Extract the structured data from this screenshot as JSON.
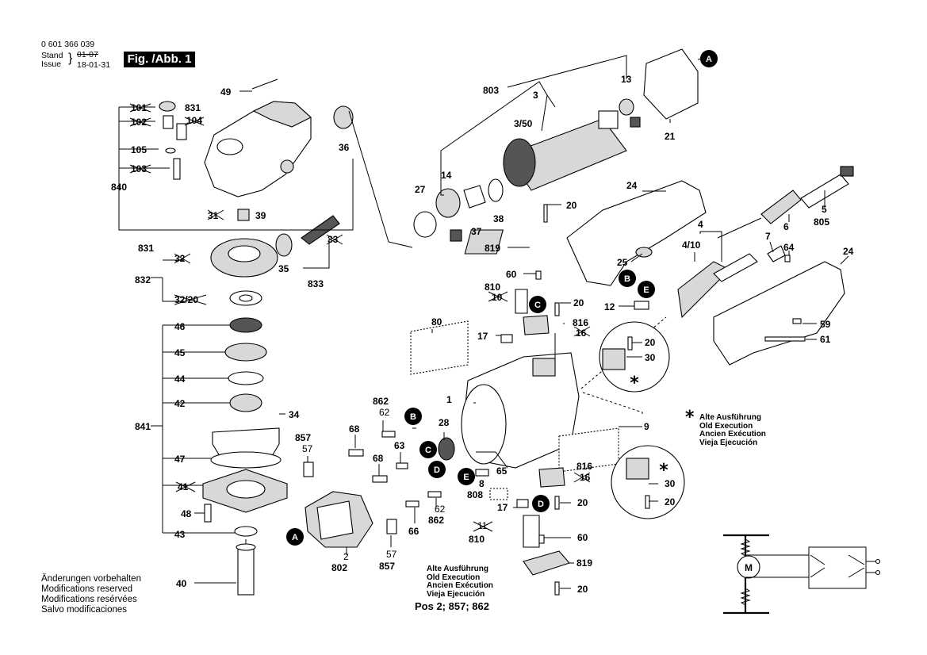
{
  "header": {
    "part_number": "0 601 366 039",
    "stand_label": "Stand",
    "issue_label": "Issue",
    "stand_date_old": "01-07",
    "issue_date": "18-01-31",
    "figure_label": "Fig. /Abb. 1"
  },
  "notes": {
    "de": "Änderungen vorbehalten",
    "en": "Modifications reserved",
    "fr": "Modifications resérvées",
    "es": "Salvo modificaciones"
  },
  "old_execution": {
    "de": "Alte Ausführung",
    "en": "Old Execution",
    "fr": "Ancien Exécution",
    "es": "Vieja Ejecución",
    "positions": "Pos 2; 857; 862"
  },
  "star_note": {
    "symbol": "*",
    "de": "Alte Ausführung",
    "en": "Old Execution",
    "fr": "Ancien Exécution",
    "es": "Vieja Ejecución"
  },
  "callouts": [
    "A",
    "B",
    "C",
    "D",
    "E"
  ],
  "labels": {
    "p49": "49",
    "p101": "101",
    "p102": "102",
    "p105": "105",
    "p103": "103",
    "p831a": "831",
    "p104": "104",
    "p840": "840",
    "p31": "31",
    "p39": "39",
    "p36": "36",
    "p831b": "831",
    "p33": "33",
    "p35": "35",
    "p833": "833",
    "p32": "32",
    "p832": "832",
    "p32_20": "32/20",
    "p46": "46",
    "p45": "45",
    "p44": "44",
    "p42": "42",
    "p34": "34",
    "p841": "841",
    "p47": "47",
    "p41": "41",
    "p48": "48",
    "p43": "43",
    "p40": "40",
    "p803": "803",
    "p3": "3",
    "p3_50": "3/50",
    "p14": "14",
    "p13": "13",
    "p21": "21",
    "p27": "27",
    "p37": "37",
    "p38": "38",
    "p20a": "20",
    "p819a": "819",
    "p60a": "60",
    "p810a": "810",
    "p10a": "10",
    "p20b": "20",
    "p80": "80",
    "p17a": "17",
    "p816a": "816",
    "p16a": "16",
    "p24a": "24",
    "p4": "4",
    "p4_10": "4/10",
    "p25": "25",
    "p12": "12",
    "p7": "7",
    "p64": "64",
    "p6": "6",
    "p5": "5",
    "p805": "805",
    "p24b": "24",
    "p59": "59",
    "p61": "61",
    "p20c": "20",
    "p30a": "30",
    "p1": "1",
    "p28": "28",
    "p9": "9",
    "p862a": "862",
    "p62a": "62",
    "p68a": "68",
    "p857a": "857",
    "p57a": "57",
    "p63": "63",
    "p68b": "68",
    "p65": "65",
    "p8": "8",
    "p808": "808",
    "p816b": "816",
    "p16b": "16",
    "p17b": "17",
    "p20d": "20",
    "p62b": "62",
    "p862b": "862",
    "p66": "66",
    "p11": "11",
    "p810b": "810",
    "p60b": "60",
    "p2": "2",
    "p802": "802",
    "p57b": "57",
    "p857b": "857",
    "p819b": "819",
    "p20e": "20",
    "p30b": "30",
    "p20f": "20"
  },
  "schematic": {
    "motor_label": "M"
  }
}
